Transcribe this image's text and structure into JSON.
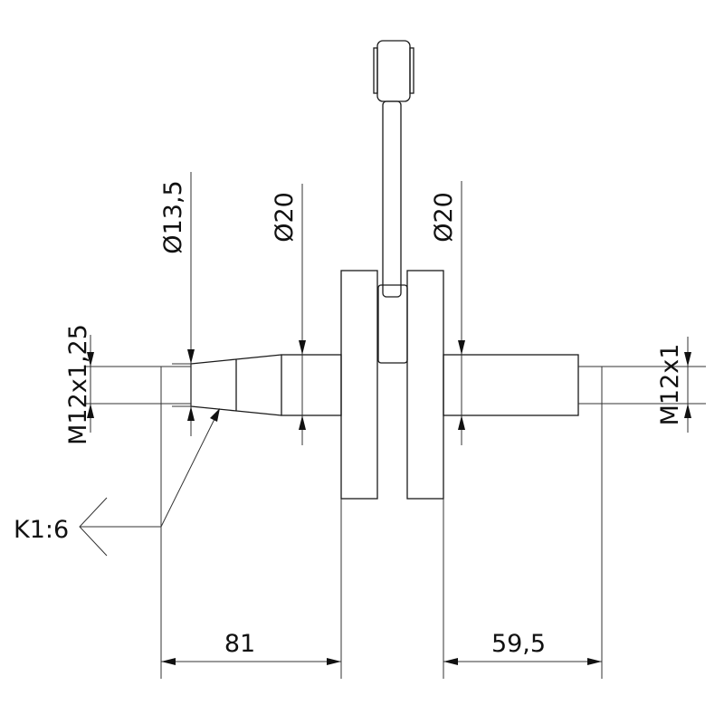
{
  "drawing": {
    "title_labels": {
      "thread_left": "M12x1,25",
      "diameter_taper": "Ø13,5",
      "diameter_left_journal": "Ø20",
      "diameter_right_journal": "Ø20",
      "thread_right": "M12x1",
      "taper": "K1:6",
      "length_left": "81",
      "length_right": "59,5"
    },
    "colors": {
      "line": "#1a1a1a",
      "background": "#ffffff"
    }
  }
}
